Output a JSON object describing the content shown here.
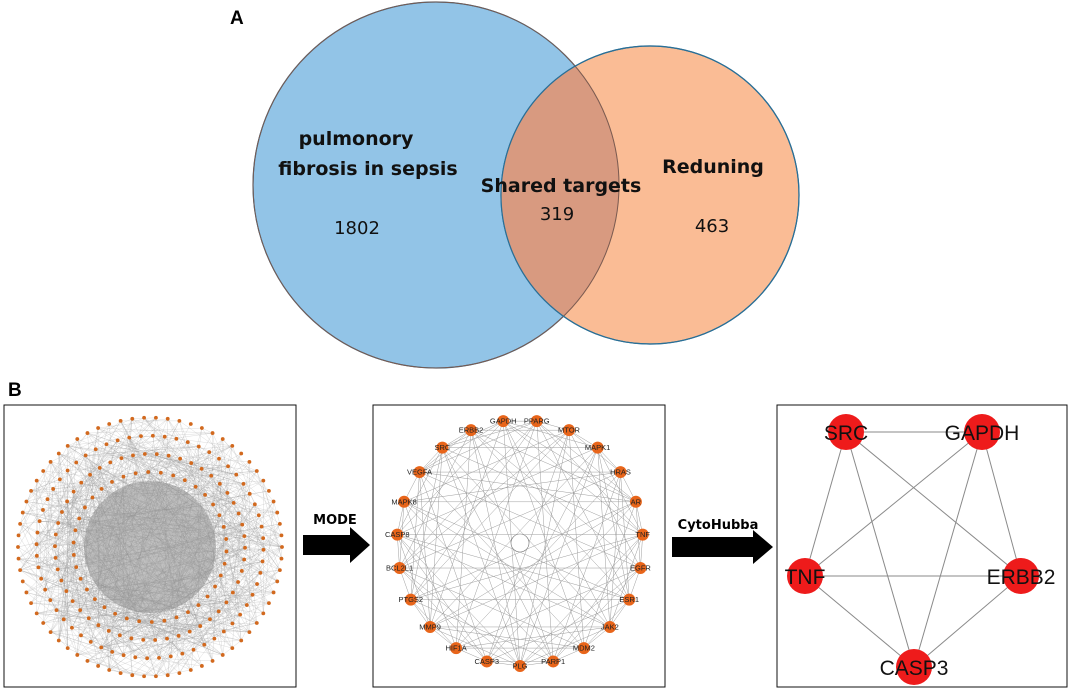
{
  "panels": {
    "a": "A",
    "b": "B"
  },
  "venn": {
    "left": {
      "title_lines": [
        "pulmonory",
        "fibrosis in sepsis"
      ],
      "count": "1802",
      "color": "#92c4e7"
    },
    "right": {
      "title": "Reduning",
      "count": "463",
      "color": "#f9b58a"
    },
    "overlap": {
      "title": "Shared targets",
      "count": "319",
      "color": "#d89a80"
    }
  },
  "arrows": {
    "first": "MODE",
    "second": "CytoHubba"
  },
  "module_network": {
    "nodes": [
      "GAPDH",
      "PPARG",
      "MTOR",
      "MAPK1",
      "HRAS",
      "AR",
      "TNF",
      "EGFR",
      "ESR1",
      "JAK2",
      "MDM2",
      "PARP1",
      "PLG",
      "CASP3",
      "HIF1A",
      "MMP9",
      "PTGS2",
      "BCL2L1",
      "CASP8",
      "MAPK8",
      "VEGFA",
      "SRC",
      "ERBB2"
    ],
    "node_color": "#e8651a"
  },
  "hub_network": {
    "nodes": [
      "SRC",
      "GAPDH",
      "ERBB2",
      "CASP3",
      "TNF"
    ],
    "edges": [
      [
        "SRC",
        "GAPDH"
      ],
      [
        "SRC",
        "ERBB2"
      ],
      [
        "SRC",
        "CASP3"
      ],
      [
        "SRC",
        "TNF"
      ],
      [
        "GAPDH",
        "TNF"
      ],
      [
        "GAPDH",
        "CASP3"
      ],
      [
        "GAPDH",
        "ERBB2"
      ],
      [
        "TNF",
        "ERBB2"
      ],
      [
        "TNF",
        "CASP3"
      ],
      [
        "CASP3",
        "ERBB2"
      ]
    ],
    "node_color": "#ee1b1b"
  },
  "full_network": {
    "node_color": "#d2691e"
  }
}
